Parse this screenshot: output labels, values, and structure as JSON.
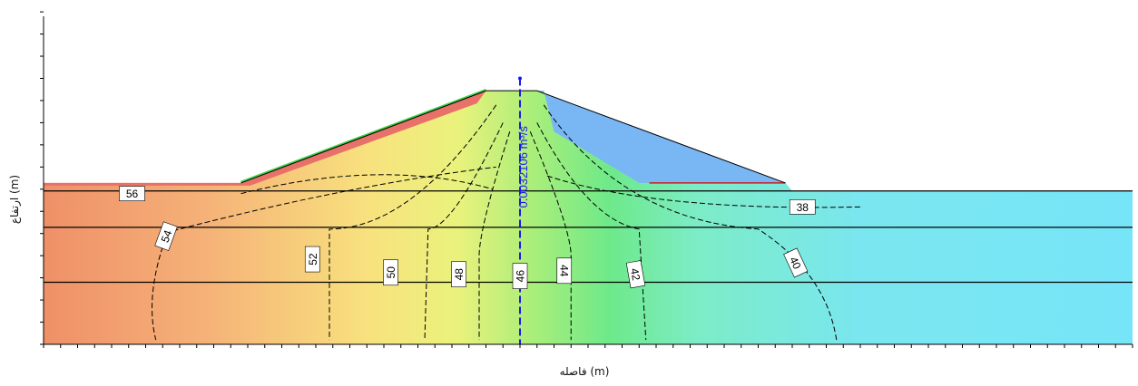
{
  "chart_data": {
    "type": "contour",
    "title": "",
    "xlabel": "فاصله (m)",
    "ylabel": "ارتفاع (m)",
    "xlim": [
      0,
      320
    ],
    "ylim": [
      0,
      37
    ],
    "x_ticks": [
      0,
      5,
      10,
      15,
      20,
      25,
      30,
      35,
      40,
      45,
      50,
      55,
      60,
      65,
      70,
      75,
      80,
      85,
      90,
      95,
      100,
      105,
      110,
      115,
      120,
      125,
      130,
      135,
      140,
      145,
      150,
      155,
      160,
      165,
      170,
      175,
      180,
      185,
      190,
      195,
      200,
      205,
      210,
      215,
      220,
      225,
      230,
      235,
      240,
      245,
      250,
      255,
      260,
      265,
      270,
      275,
      280,
      285,
      290,
      295,
      300,
      305,
      310,
      315,
      320
    ],
    "y_ticks": [
      0,
      2.5,
      5,
      7.5,
      10,
      12.5,
      15,
      17.5,
      20,
      22.5,
      25,
      27.5,
      30,
      32.5,
      35,
      37.5
    ],
    "x_tick_labels": [],
    "y_tick_labels": [],
    "grid": false,
    "legend": "none",
    "dam_profile": {
      "x": [
        0,
        58,
        130,
        135,
        145,
        218,
        220,
        320
      ],
      "y": [
        18.2,
        18.2,
        28.6,
        28.6,
        28.6,
        18.2,
        18.2,
        18.2
      ]
    },
    "upstream_water_level": 18.2,
    "downstream_water_level": 17.3,
    "layer_lines_y": [
      17.3,
      13.2,
      7.0
    ],
    "flux_section": {
      "x": 140,
      "label": "0.0032106 m³/s"
    },
    "contour_labels": [
      "56",
      "54",
      "52",
      "50",
      "48",
      "46",
      "44",
      "42",
      "40",
      "38"
    ],
    "colors": {
      "upstream": "#f0956c",
      "downstream": "#7ee9f7",
      "upstream_water": "#e8716a",
      "downstream_water": "#79b6f4",
      "phreatic": "#cc1d1d",
      "flux": "#1a1aee"
    }
  }
}
